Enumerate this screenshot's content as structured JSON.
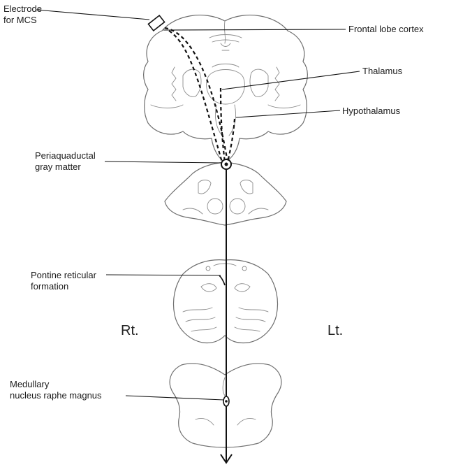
{
  "labels": {
    "electrode_line1": "Electrode",
    "electrode_line2": "for MCS",
    "frontal_lobe_cortex": "Frontal lobe  cortex",
    "thalamus": "Thalamus",
    "hypothalamus": "Hypothalamus",
    "pag_line1": "Periaquaductal",
    "pag_line2": "gray matter",
    "pontine_line1": "Pontine reticular",
    "pontine_line2": "formation",
    "medullary_line1": "Medullary",
    "medullary_line2": "nucleus raphe magnus"
  },
  "sides": {
    "right": "Rt.",
    "left": "Lt."
  },
  "colors": {
    "ink": "#111111",
    "sketch": "#6e6e6e",
    "background": "#ffffff"
  }
}
